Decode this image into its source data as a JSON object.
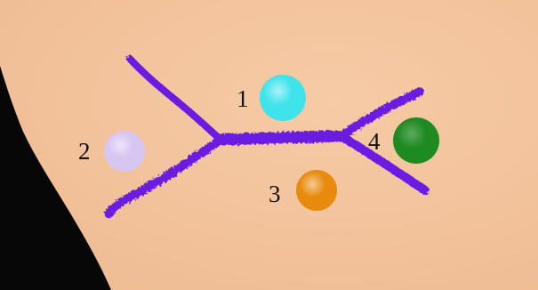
{
  "colors": {
    "skin": "#efbb92",
    "skin_highlight": "#f6cba6",
    "background": "#070707",
    "vessel": "#6a1fe0",
    "vessel_dark": "#4a14b0"
  },
  "markers": [
    {
      "label": "1",
      "color": "#3fe3ea"
    },
    {
      "label": "2",
      "color": "#d7c5f2"
    },
    {
      "label": "3",
      "color": "#e88a0c"
    },
    {
      "label": "4",
      "color": "#1f8a22"
    }
  ]
}
